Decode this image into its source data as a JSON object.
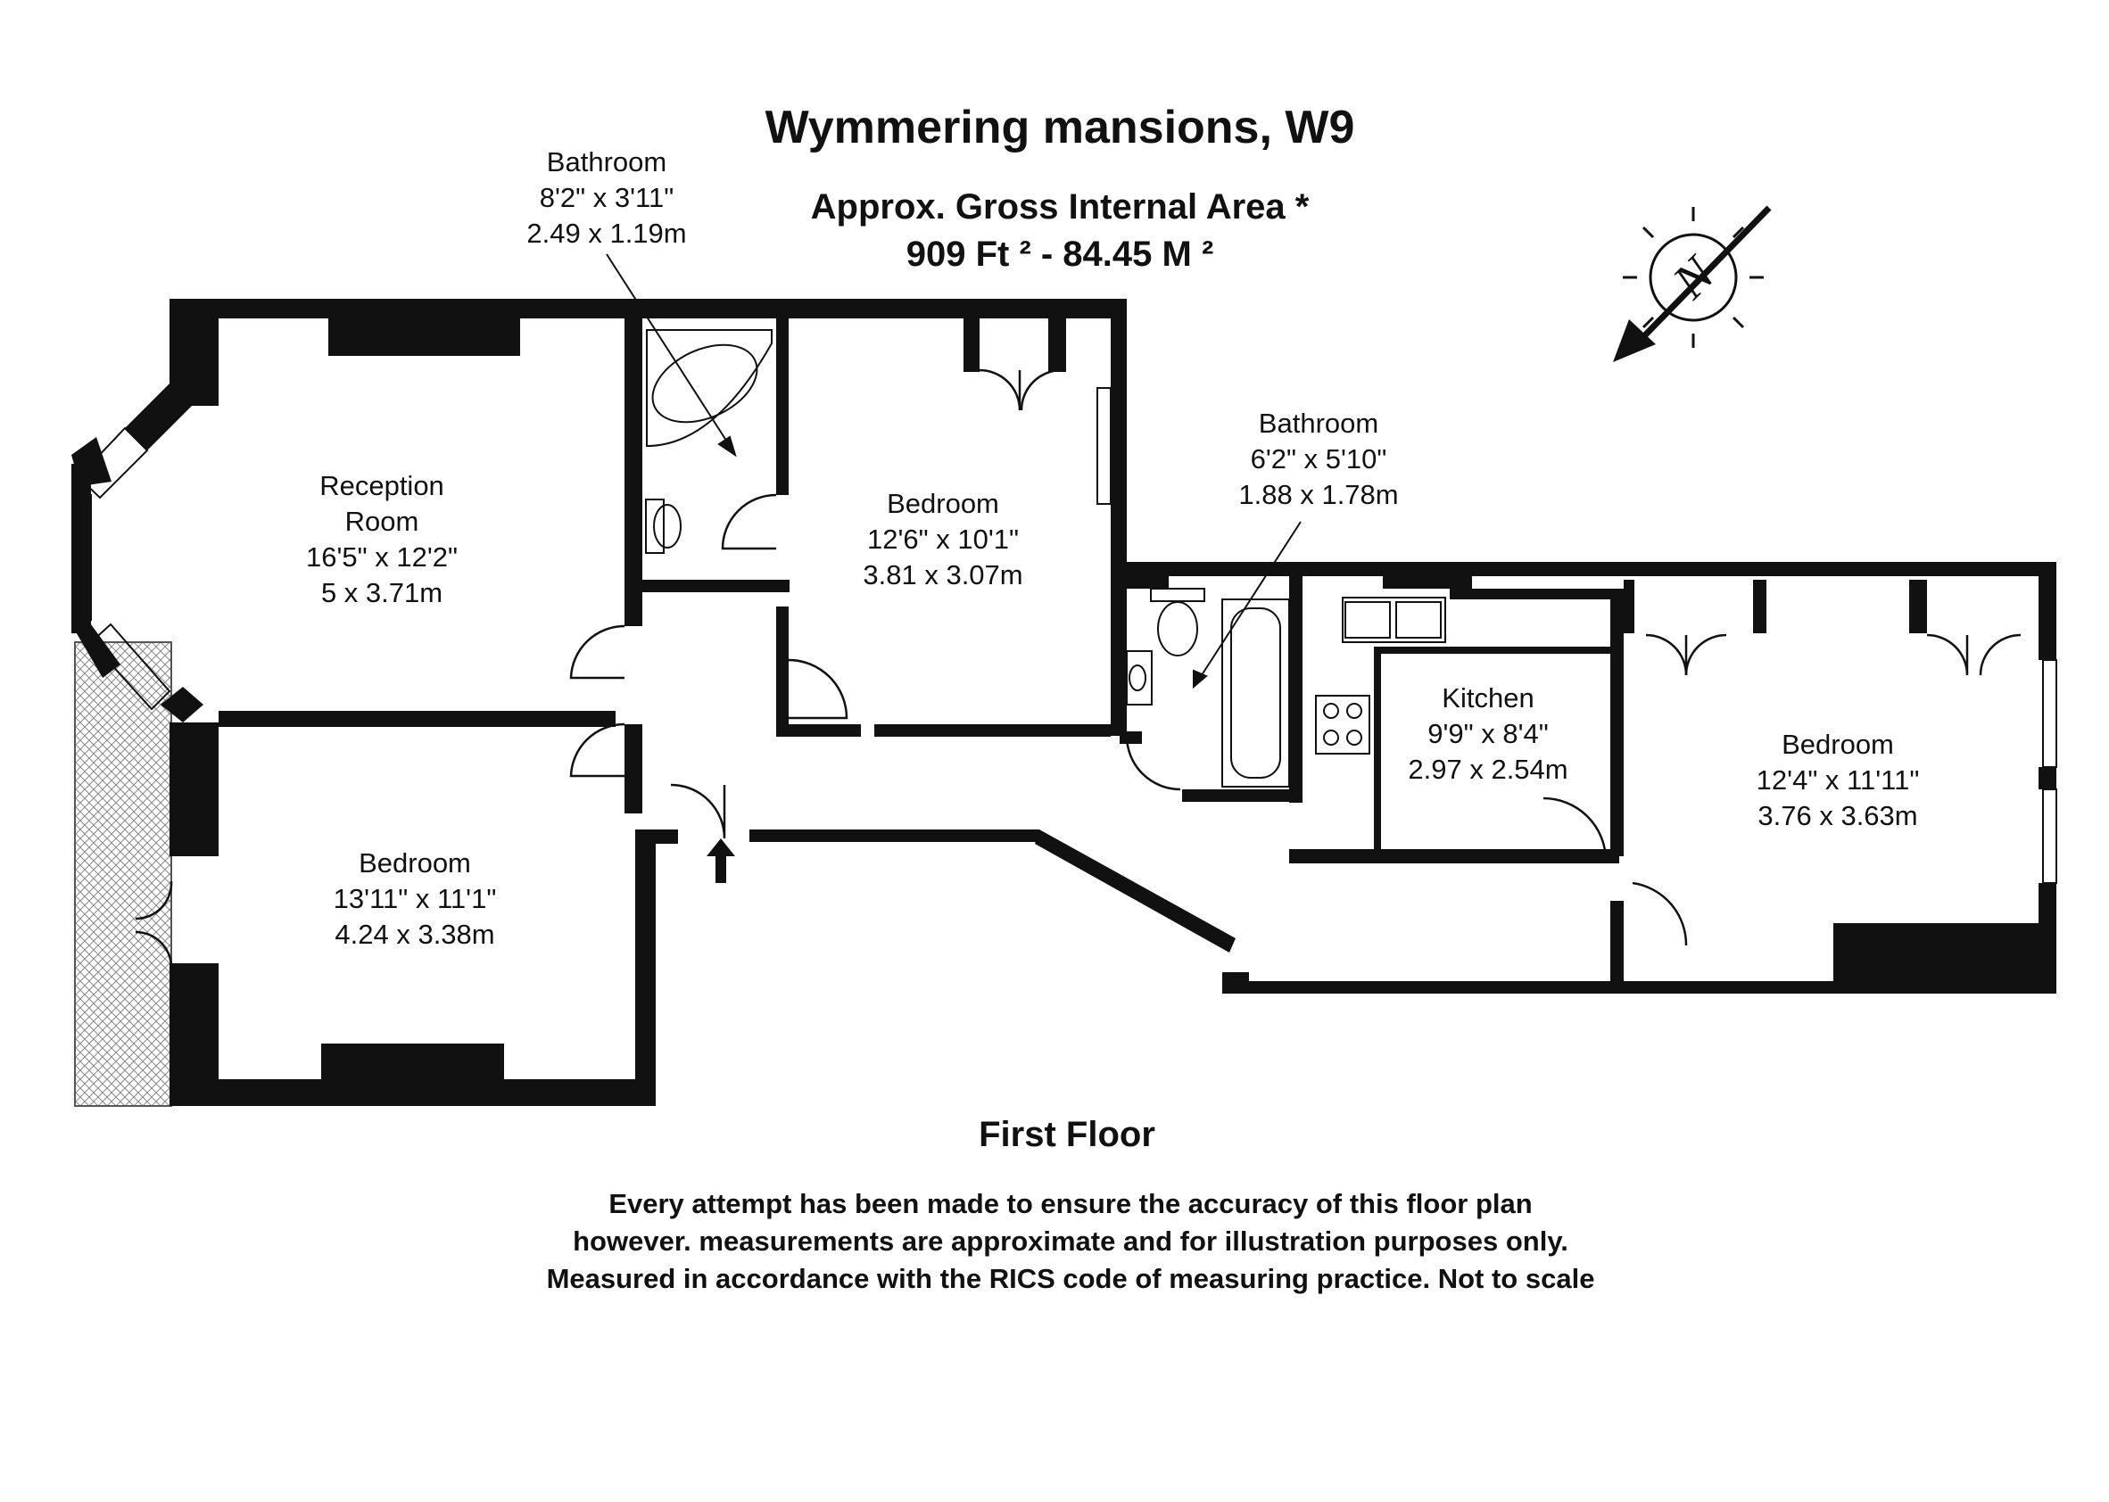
{
  "title": "Wymmering mansions, W9",
  "area": {
    "label": "Approx. Gross Internal Area *",
    "value": "909 Ft ² - 84.45 M ²"
  },
  "rooms": {
    "reception": {
      "name": "Reception",
      "name2": "Room",
      "imperial": "16'5\" x 12'2\"",
      "metric": "5 x 3.71m"
    },
    "bedroom_sw": {
      "name": "Bedroom",
      "imperial": "13'11\" x 11'1\"",
      "metric": "4.24 x 3.38m"
    },
    "bathroom_1": {
      "name": "Bathroom",
      "imperial": "8'2\" x 3'11\"",
      "metric": "2.49 x 1.19m"
    },
    "bedroom_mid": {
      "name": "Bedroom",
      "imperial": "12'6\" x 10'1\"",
      "metric": "3.81 x 3.07m"
    },
    "bathroom_2": {
      "name": "Bathroom",
      "imperial": "6'2\" x 5'10\"",
      "metric": "1.88 x 1.78m"
    },
    "kitchen": {
      "name": "Kitchen",
      "imperial": "9'9\" x 8'4\"",
      "metric": "2.97 x 2.54m"
    },
    "bedroom_e": {
      "name": "Bedroom",
      "imperial": "12'4\" x 11'11\"",
      "metric": "3.76 x 3.63m"
    }
  },
  "compass": {
    "label": "N"
  },
  "floor_label": "First Floor",
  "disclaimer": {
    "line1": "Every attempt has been made to ensure the accuracy of this floor plan",
    "line2": "however. measurements are approximate and for illustration purposes only.",
    "line3": "Measured in accordance with the RICS code of measuring practice. Not to scale"
  }
}
